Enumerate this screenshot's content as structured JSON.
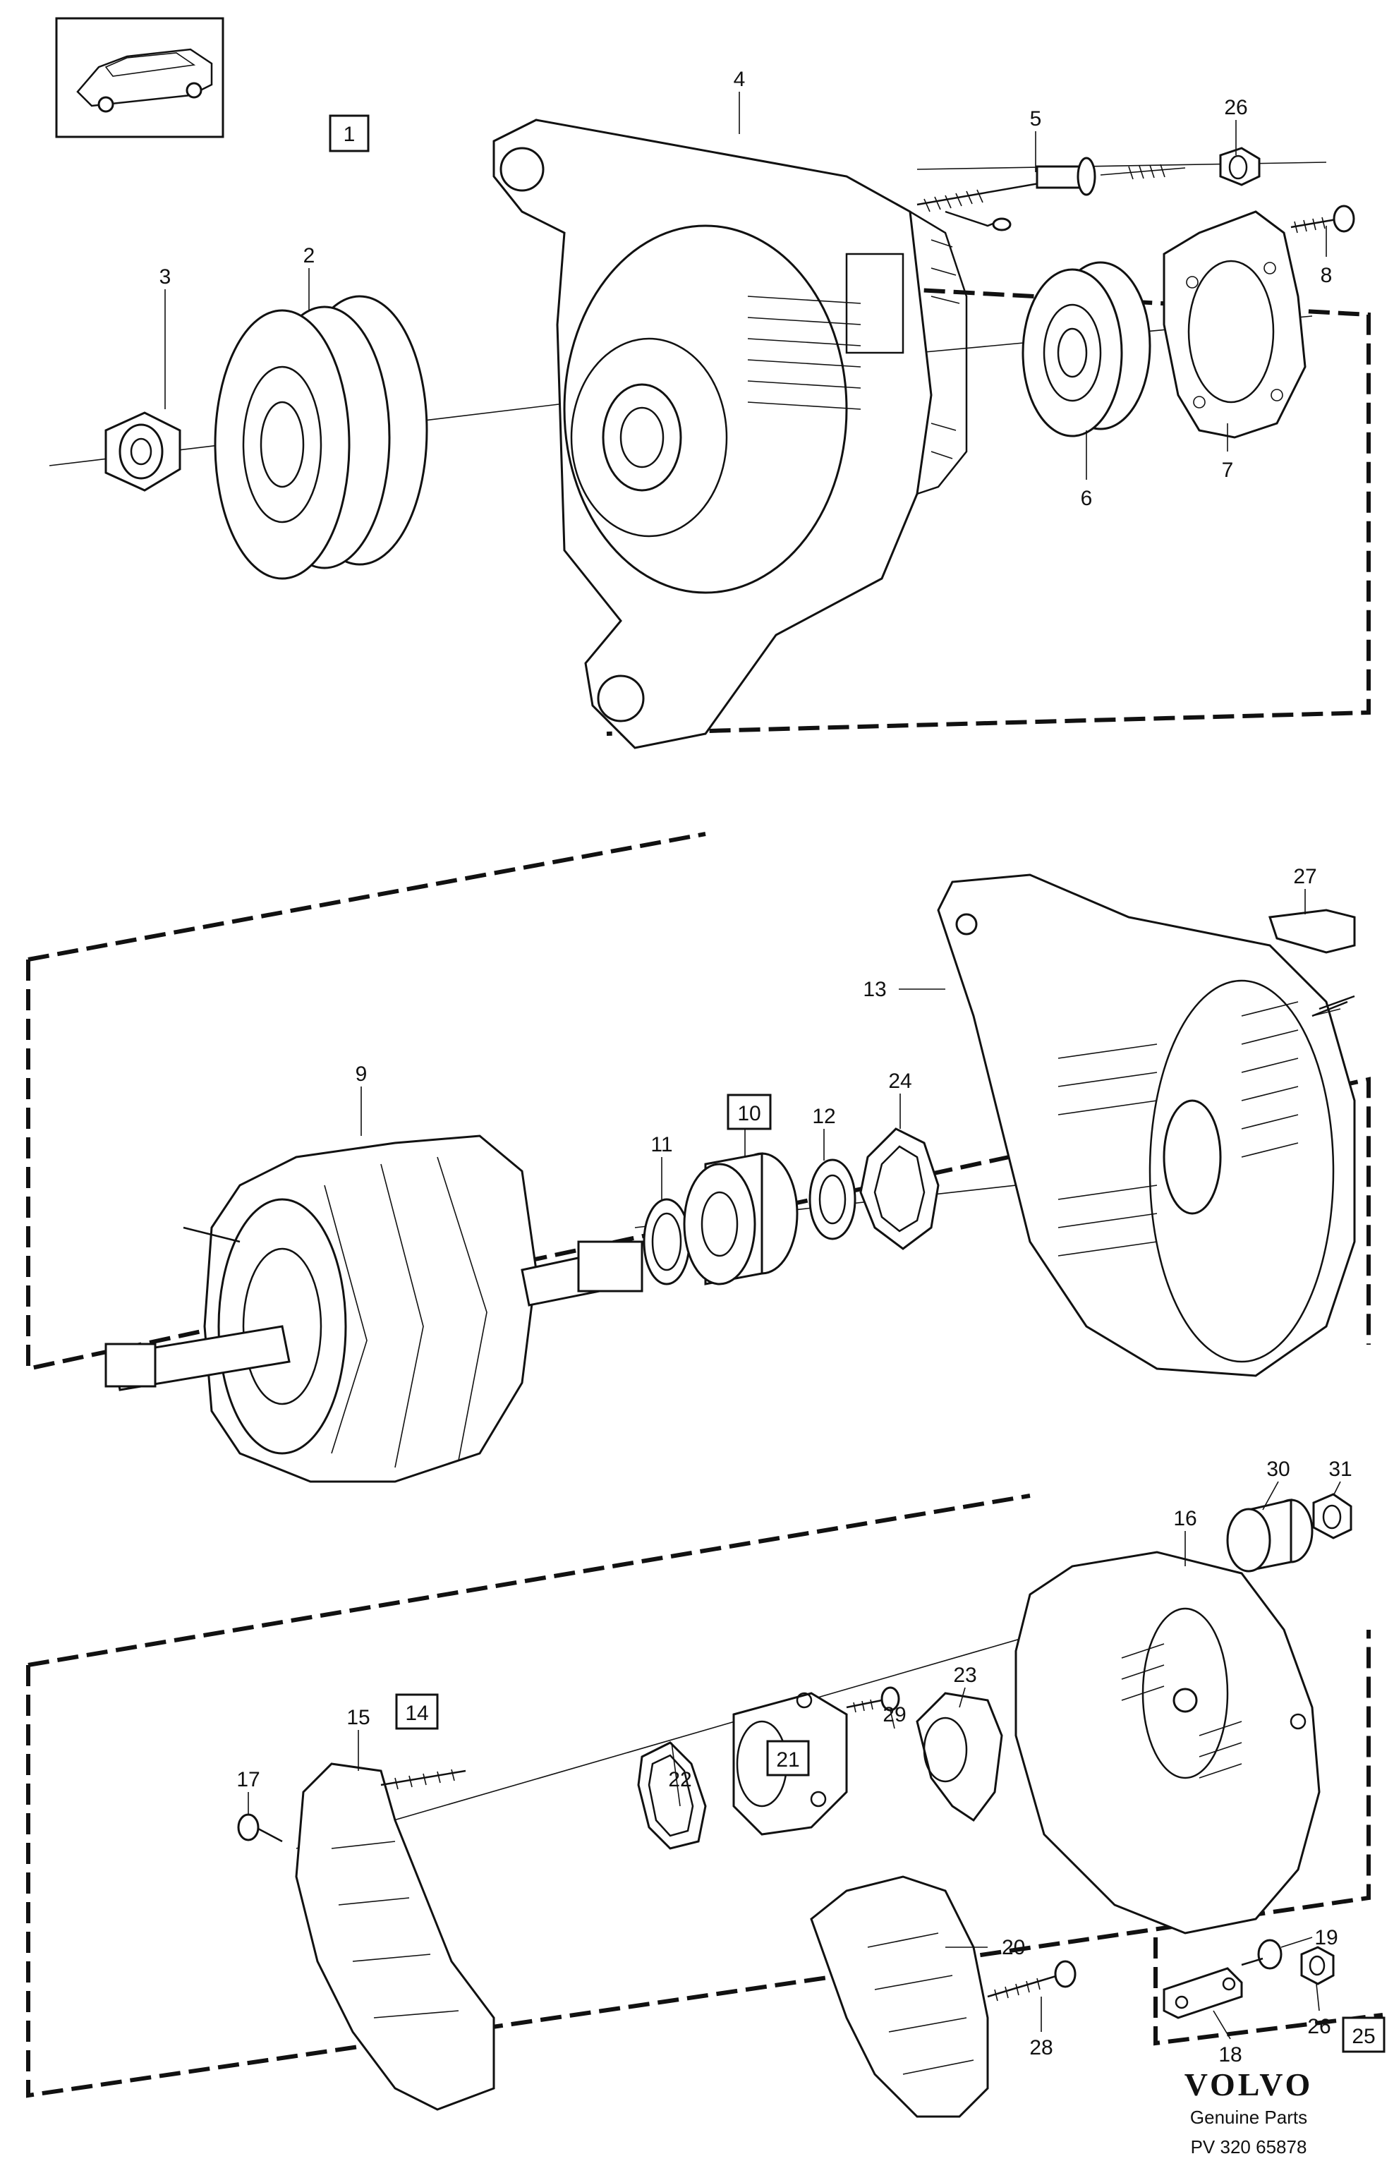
{
  "callouts": {
    "c1": "1",
    "c2": "2",
    "c3": "3",
    "c4": "4",
    "c5": "5",
    "c6": "6",
    "c7": "7",
    "c8": "8",
    "c9": "9",
    "c10": "10",
    "c11": "11",
    "c12": "12",
    "c13": "13",
    "c14": "14",
    "c15": "15",
    "c16": "16",
    "c17": "17",
    "c18": "18",
    "c19": "19",
    "c20": "20",
    "c21": "21",
    "c22": "22",
    "c23": "23",
    "c24": "24",
    "c25": "25",
    "c26a": "26",
    "c26b": "26",
    "c27": "27",
    "c28": "28",
    "c29": "29",
    "c30": "30",
    "c31": "31"
  },
  "footer": {
    "brand": "VOLVO",
    "genuine": "Genuine Parts",
    "code": "PV 320 65878"
  },
  "icons": {
    "car": "car-thumbnail-icon"
  }
}
